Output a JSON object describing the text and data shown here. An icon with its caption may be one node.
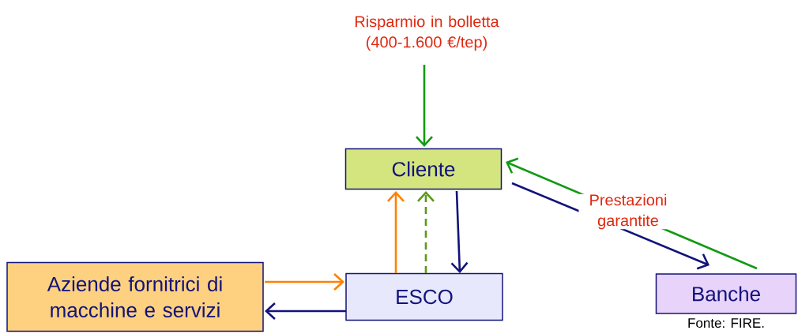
{
  "diagram": {
    "nodes": [
      {
        "text": [
          "Risparmio in bolletta (400-1.600 €/tep)"
        ]
      },
      {
        "text": [
          "Cliente"
        ]
      },
      {
        "text": [
          "Aziende fornitrici di macchine e servizi"
        ]
      },
      {
        "text": [
          "ESCO"
        ]
      },
      {
        "text": [
          "Banche"
        ]
      }
    ],
    "edges": [
      {
        "from": 0,
        "to": 1,
        "arrow": "to",
        "color": "#139a13"
      },
      {
        "from": 3,
        "to": 1,
        "arrow": "to",
        "color": "#ff8000"
      },
      {
        "from": 3,
        "to": 1,
        "arrow": "to",
        "style": "dashed",
        "color": "#5a9a1a"
      },
      {
        "from": 1,
        "to": 3,
        "arrow": "to"
      },
      {
        "from": 1,
        "to": 4,
        "arrow": "to",
        "label": "Prestazioni garantite"
      },
      {
        "from": 4,
        "to": 1,
        "arrow": "to",
        "color": "#139a13"
      },
      {
        "from": 2,
        "to": 3,
        "arrow": "to",
        "color": "#ff8000"
      },
      {
        "from": 3,
        "to": 2,
        "arrow": "to"
      }
    ],
    "labels": [
      "Fonte: FIRE."
    ]
  }
}
